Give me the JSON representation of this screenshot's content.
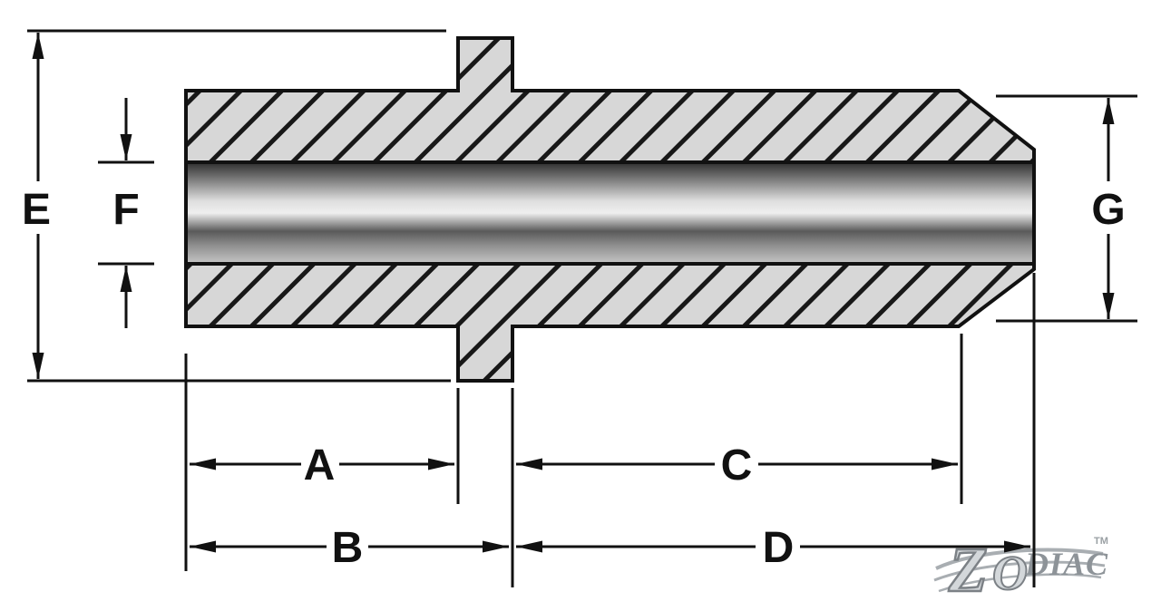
{
  "dimensions": {
    "a": "A",
    "b": "B",
    "c": "C",
    "d": "D",
    "e": "E",
    "f": "F",
    "g": "G"
  },
  "logo": {
    "z": "Z",
    "o": "O",
    "diac": "DIAC",
    "tm": "TM"
  },
  "colors": {
    "outline": "#111111",
    "hatch_fill": "#d7d7d7",
    "logo_gray": "#9aa0a4",
    "background": "#ffffff"
  }
}
